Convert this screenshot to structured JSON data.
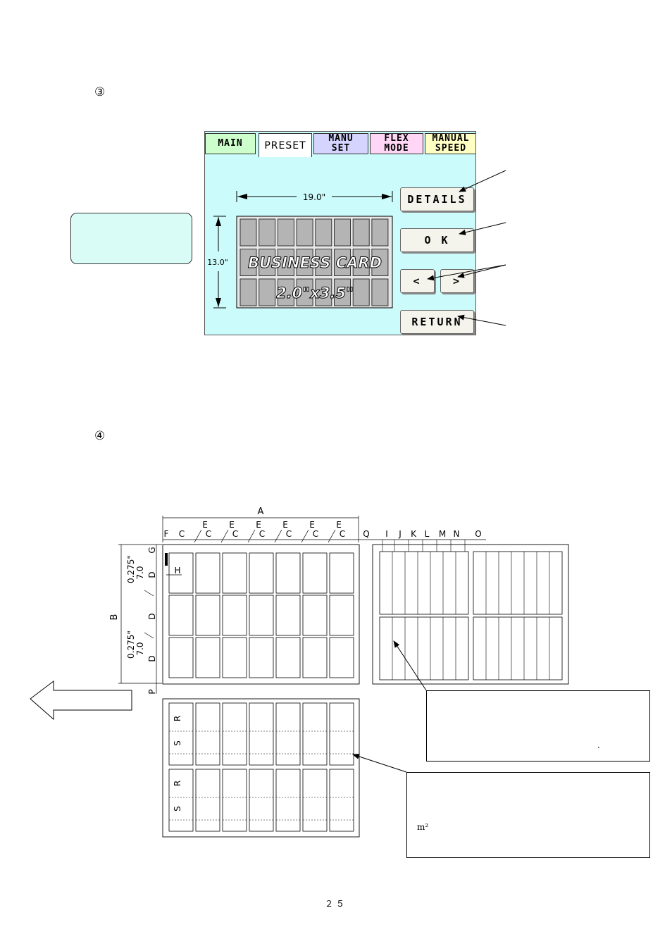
{
  "step3": "③",
  "step4": "④",
  "panel": {
    "tabs": [
      {
        "label": "MAIN",
        "color": "#ccffcc"
      },
      {
        "label": "PRESET",
        "color": "#ffffff"
      },
      {
        "label": "MANU\nSET",
        "color": "#d4d4ff"
      },
      {
        "label": "FLEX\nMODE",
        "color": "#ffd6f5"
      },
      {
        "label": "MANUAL\nSPEED",
        "color": "#ffffc4"
      }
    ],
    "width_label": "19.0\"",
    "height_label": "13.0\"",
    "card_title": "BUSINESS CARD",
    "card_size": "2.0\"x3.5\"",
    "details_label": "DETAILS",
    "ok_label": "O K",
    "prev_label": "<",
    "next_label": ">",
    "return_label": "RETURN"
  },
  "diagram": {
    "dim_a": "A",
    "dim_b": "B",
    "top_letters": [
      "F",
      "C",
      "E",
      "C",
      "E",
      "C",
      "E",
      "C",
      "E",
      "C",
      "E",
      "C",
      "E",
      "C",
      "Q",
      "I",
      "J",
      "K",
      "L",
      "M",
      "N",
      "O"
    ],
    "side_labels": [
      "G",
      "D",
      "D",
      "D",
      "P"
    ],
    "h_label": "H",
    "gap_label_1": "0.275\"",
    "gap_label_2": "7.0",
    "r_label": "R",
    "s_label": "S"
  },
  "callout3_text": "m²",
  "callout2_dot": ".",
  "page_number": "２５"
}
